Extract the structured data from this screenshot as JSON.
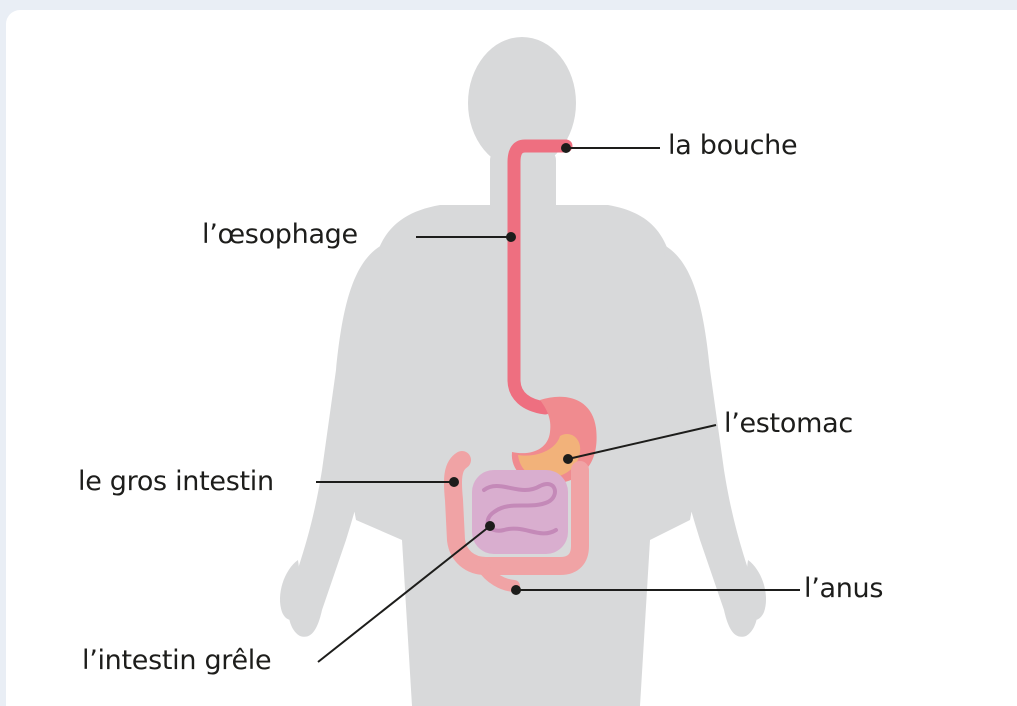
{
  "diagram": {
    "labels": {
      "mouth": "la bouche",
      "esophagus": "l’œsophage",
      "stomach": "l’estomac",
      "large_intestine": "le gros intestin",
      "anus": "l’anus",
      "small_intestine": "l’intestin grêle"
    },
    "colors": {
      "background": "#e9eef5",
      "body": "#d8d9da",
      "esophagus": "#ee6f80",
      "stomach_outer": "#f08b8f",
      "stomach_inner": "#f2b27a",
      "large_intestine": "#f0a3a5",
      "small_intestine": "#d9aecf",
      "leader_line": "#1d1d1b"
    }
  }
}
